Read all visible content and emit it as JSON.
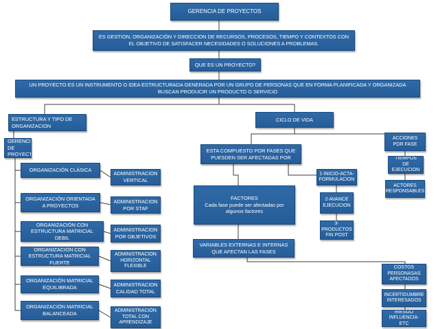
{
  "nodes": {
    "root": "GERENCIA DE PROYECTOS",
    "definition": "ES GESTION, ORGANIZACIÓN Y DIRECCION DE RECURSOS, PROCESOS, TIEMPO Y CONTEXTOS CON EL OBJETIVO DE SATISFACER NECESIDADES O SOLUCIONES A PROBLEMAS.",
    "question": "QUE ES UN PROYECTO?",
    "answer": "UN PROYECTO ES UN INSTRUMENTO O IDEA ESTRUCTURADA GENERADA POR UN GRUPO DE PERSONAS QUE EN FORMA PLANIFICADA Y ORGANIZADA BUSCAN PRODUCIR UN PRODUCTO O SERVICIO",
    "structure": "ESTRUCTURA Y TIPO DE ORGANIZACION",
    "lifecycle": "CICLO DE VIDA",
    "gerencia": "GERENCIA DE PROYECTOS",
    "org_clasica": "ORGANIZACIÓN CLÁSICA",
    "org_orientada": "ORGANIZACIÓN ORIENTADA A PROYECTOS",
    "org_debil": "ORGANIZACIÓN CON ESTRUCTURA MATRICIAL DEBIL",
    "org_fuerte": "ORGANIZACIÓN CON ESTRUCTURA MATRICIAL FUERTE",
    "org_equilibrada": "ORGANIZACIÓN MATRICIAL EQUILIBRADA",
    "org_balanceada": "ORGANIZACIÓN MATRICIAL BALANCEADA",
    "adm_vertical": "ADMINISTRACION VERTICAL",
    "adm_staf": "ADMINISTRACION POR STAF",
    "adm_objetivos": "ADMINISTRACION POR OBJETIVOS",
    "adm_horizontal": "ADMINISTRACION HORIZONTAL FLEXIBLE",
    "adm_calidad": "ADMINISTRACION CALIDAD TOTAL",
    "adm_aprendizaje": "ADMINISTRACION TOTAL CON APRENDIZAJE",
    "fases": "ESTA COMPUESTO POR FASES QUE PUESDEN SER AFECTADAS POR",
    "factores": "FACTORES\nCada fase puede ser afectadas por algunos factores",
    "variables": "VARIABLES EXTERNAS E INTERNAS QUE AFECTAN LAS FASES",
    "fase1": "1-INICIO-ACTA-FORMULACION",
    "fase2": "2-AVANCE EJECUCION",
    "fase3": "3-PRODUCTOS FIN POST",
    "acciones": "ACCIONES POR FASE",
    "tiempos": "TIEMPOS DE EJECUCION",
    "actores": "ACTORES RESPONSABLES",
    "costos": "COSTOS PERSONASAS AFECTADOS",
    "incertidumbre": "INCERTIDUMBRE INTERESADOS",
    "riesgo": "RIESGO INFLUENCIA- ETC"
  },
  "colors": {
    "box_fill": "#2f6aa8",
    "box_border": "#1b4a7c",
    "text": "#ffffff",
    "connector": "#3a3a3a"
  }
}
